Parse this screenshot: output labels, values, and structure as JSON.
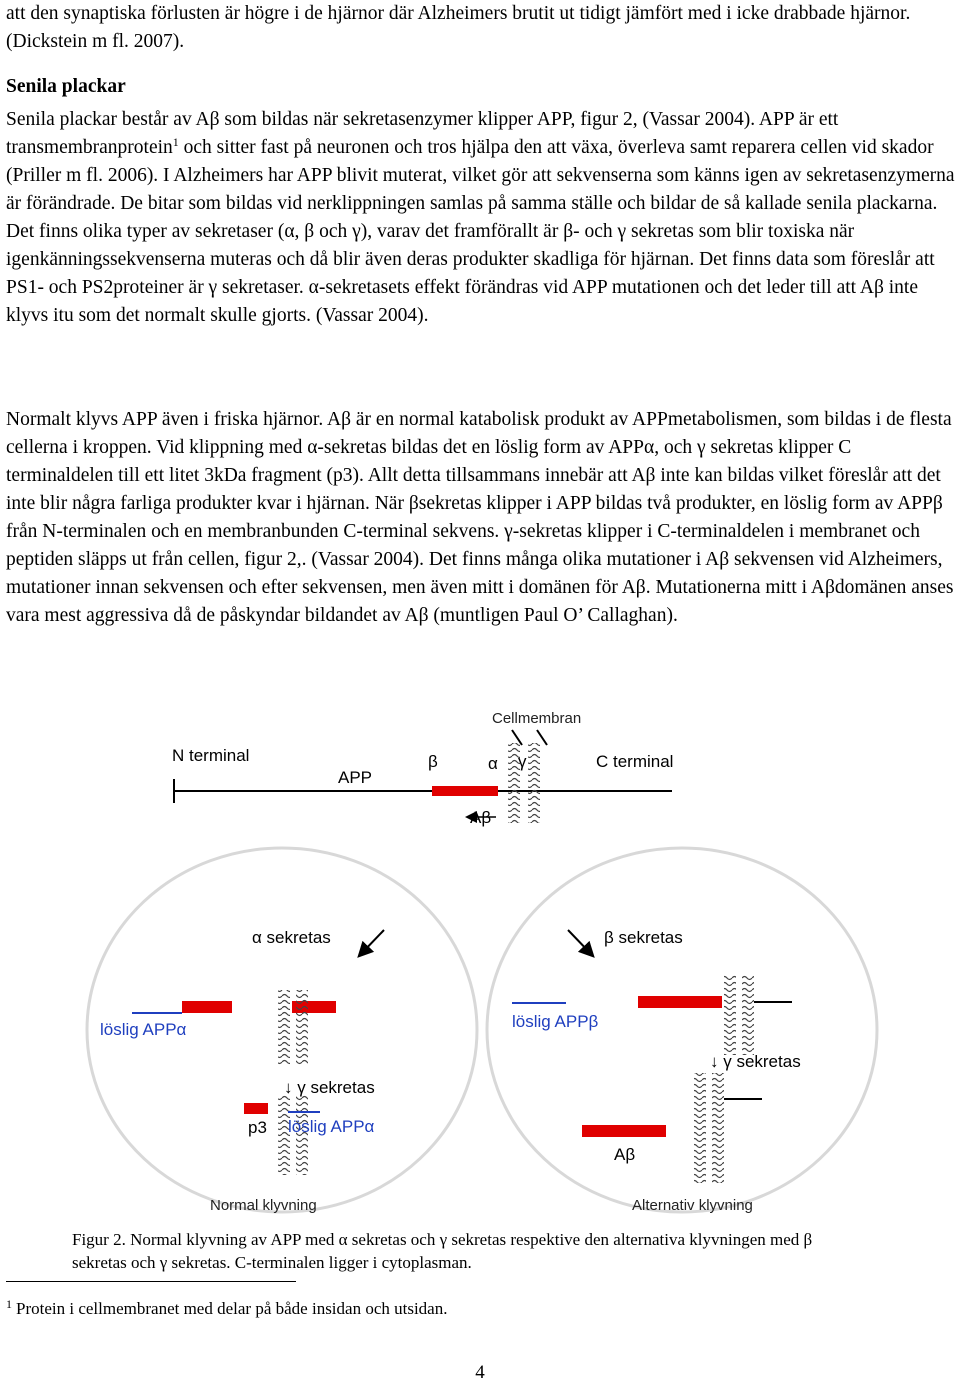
{
  "paragraphs": {
    "p0": "att den synaptiska förlusten är högre i de hjärnor där Alzheimers brutit ut tidigt jämfört med i icke drabbade hjärnor. (Dickstein m fl. 2007).",
    "heading": "Senila plackar",
    "p1_a": "Senila plackar består av Aβ som bildas när sekretasenzymer klipper APP, figur 2, (Vassar 2004). APP är ett transmembranprotein",
    "p1_sup": "1",
    "p1_b": " och sitter fast på neuronen och tros hjälpa den att växa, överleva samt reparera cellen vid skador (Priller m fl. 2006). I Alzheimers har APP blivit muterat, vilket gör att sekvenserna som känns igen av sekretasenzymerna är förändrade. De bitar som bildas vid nerklippningen samlas på samma ställe och bildar de så kallade senila plackarna. Det finns olika typer av sekretaser (α, β och γ), varav det framförallt är β- och γ sekretas som blir toxiska när igenkänningssekvenserna muteras och då blir även deras produkter skadliga för hjärnan. Det finns data som föreslår att PS1- och PS2proteiner är γ sekretaser. α-sekretasets effekt förändras vid APP mutationen och det leder till att Aβ inte klyvs itu som det normalt skulle gjorts. (Vassar 2004).",
    "p2": "Normalt klyvs APP även i friska hjärnor. Aβ är en normal katabolisk produkt av APPmetabolismen, som bildas i de flesta cellerna i kroppen. Vid klippning med α-sekretas bildas det en löslig form av APPα, och γ sekretas klipper C terminaldelen till ett litet 3kDa fragment (p3). Allt detta tillsammans innebär att Aβ inte kan bildas vilket föreslår att det inte blir några farliga produkter kvar i hjärnan. När βsekretas klipper i APP bildas två produkter, en löslig form av APPβ från N-terminalen och en membranbunden C-terminal sekvens. γ-sekretas klipper i C-terminaldelen i membranet och peptiden släpps ut från cellen, figur 2,. (Vassar 2004). Det finns många olika mutationer i Aβ sekvensen vid Alzheimers, mutationer innan sekvensen och efter sekvensen, men även mitt i domänen för Aβ. Mutationerna mitt i Aβdomänen anses vara mest aggressiva då de påskyndar bildandet av Aβ (muntligen Paul O’ Callaghan)."
  },
  "figure": {
    "top_labels": {
      "cellmembran": "Cellmembran",
      "n_terminal": "N terminal",
      "app": "APP",
      "beta": "β",
      "alpha": "α",
      "gamma": "γ",
      "c_terminal": "C terminal",
      "abeta": "Aβ"
    },
    "normal": {
      "alpha_sekretas": "α sekretas",
      "loslig_app_alpha": "löslig APPα",
      "gamma_sekretas": "↓ γ sekretas",
      "p3": "p3",
      "loslig_app_alpha_2": "löslig APPα",
      "title": "Normal klyvning"
    },
    "alternative": {
      "beta_sekretas": "β sekretas",
      "loslig_app_beta": "löslig APPβ",
      "gamma_sekretas": "↓ γ sekretas",
      "abeta": "Aβ",
      "title": "Alternativ klyvning"
    },
    "colors": {
      "red": "#e00000",
      "blue": "#1f3fbf",
      "ellipse": "#d8d8d8"
    }
  },
  "caption": "Figur 2. Normal klyvning av APP med α sekretas och γ sekretas respektive den alternativa klyvningen med β sekretas och γ sekretas. C-terminalen ligger i cytoplasman.",
  "footnote": {
    "mark": "1",
    "text": "Protein i cellmembranet med delar på både insidan och utsidan."
  },
  "page_number": "4"
}
